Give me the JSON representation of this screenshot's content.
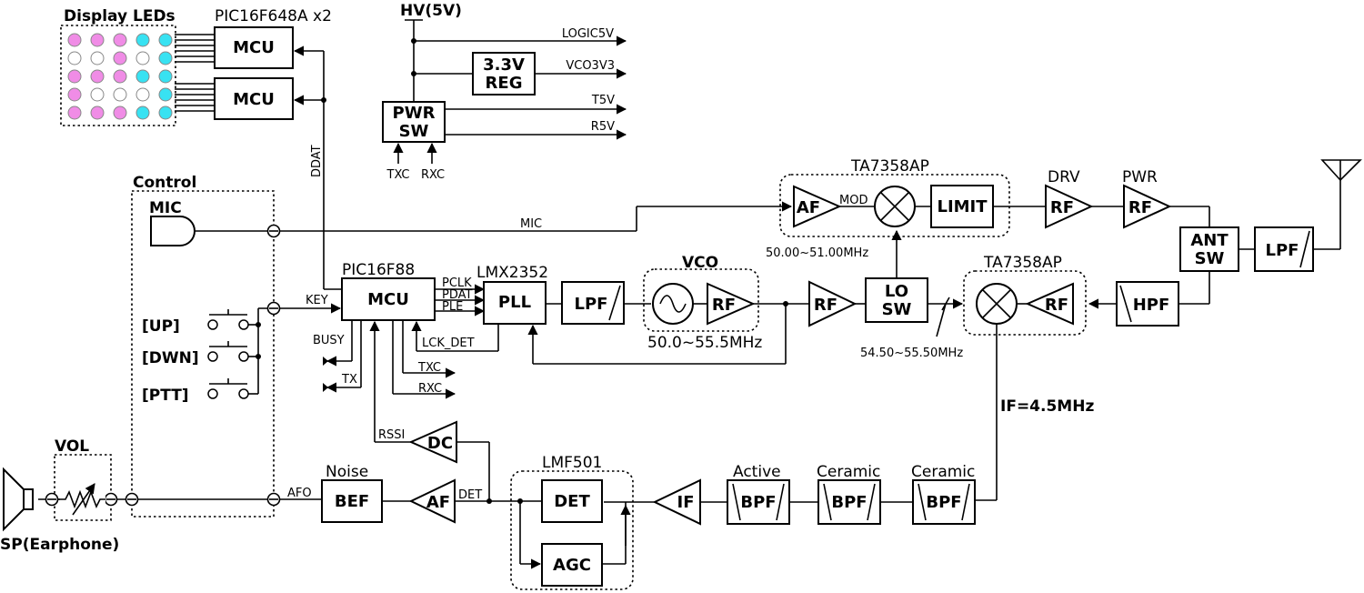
{
  "colors": {
    "led_pink": "#f08ce6",
    "led_cyan": "#38e2f2",
    "led_off": "#ffffff",
    "line": "#000000"
  },
  "labels": {
    "display_leds": "Display LEDs",
    "pic_display": "PIC16F648A x2",
    "mcu": "MCU",
    "hv": "HV(5V)",
    "logic5v": "LOGIC5V",
    "reg": [
      "3.3V",
      "REG"
    ],
    "vco3v3": "VCO3V3",
    "pwr_sw": [
      "PWR",
      "SW"
    ],
    "t5v": "T5V",
    "r5v": "R5V",
    "txc": "TXC",
    "rxc": "RXC",
    "ddat": "DDAT",
    "control": "Control",
    "mic": "MIC",
    "mic_line": "MIC",
    "ta_top": "TA7358AP",
    "af": "AF",
    "mod": "MOD",
    "limit": "LIMIT",
    "drv": "DRV",
    "pwr": "PWR",
    "rf": "RF",
    "ant_sw": [
      "ANT",
      "SW"
    ],
    "lpf": "LPF",
    "f_tx": "50.00~51.00MHz",
    "ta_bottom": "TA7358AP",
    "hpf": "HPF",
    "pic_main": "PIC16F88",
    "key": "KEY",
    "pclk": "PCLK",
    "pdat": "PDAT",
    "ple": "PLE",
    "lmx": "LMX2352",
    "pll": "PLL",
    "vco": "VCO",
    "vco_range": "50.0~55.5MHz",
    "lo_sw": [
      "LO",
      "SW"
    ],
    "f_rx": "54.50~55.50MHz",
    "up": "[UP]",
    "dwn": "[DWN]",
    "ptt": "[PTT]",
    "busy": "BUSY",
    "tx": "TX",
    "lck_det": "LCK_DET",
    "if_freq": "IF=4.5MHz",
    "rssi": "RSSI",
    "dc": "DC",
    "vol": "VOL",
    "sp": "SP(Earphone)",
    "afo": "AFO",
    "noise": "Noise",
    "bef": "BEF",
    "det_line": "DET",
    "lmf": "LMF501",
    "det": "DET",
    "agc": "AGC",
    "if": "IF",
    "active": "Active",
    "ceramic": "Ceramic",
    "bpf": "BPF"
  }
}
